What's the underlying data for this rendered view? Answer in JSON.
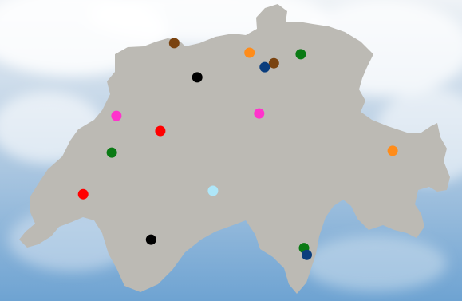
{
  "map": {
    "country_fill": "#bcbab4",
    "sky_colors": {
      "top": "#eef2f6",
      "mid": "#b9cfe4",
      "bottom": "#6ea3d2"
    },
    "marker_colors": {
      "black": "#000000",
      "brown": "#7a4310",
      "orange": "#ff8c1a",
      "dark_blue": "#0a3d7d",
      "green": "#0a7a14",
      "red": "#ff0000",
      "magenta": "#ff33cc",
      "light_blue": "#aee6f8"
    },
    "markers": [
      {
        "id": "marker-1",
        "color": "brown",
        "position": {
          "x": 0.377,
          "y": 0.143
        }
      },
      {
        "id": "marker-2",
        "color": "orange",
        "position": {
          "x": 0.54,
          "y": 0.175
        }
      },
      {
        "id": "marker-3",
        "color": "brown",
        "position": {
          "x": 0.593,
          "y": 0.21
        }
      },
      {
        "id": "marker-4",
        "color": "dark_blue",
        "position": {
          "x": 0.573,
          "y": 0.223
        }
      },
      {
        "id": "marker-5",
        "color": "green",
        "position": {
          "x": 0.651,
          "y": 0.18
        }
      },
      {
        "id": "marker-6",
        "color": "black",
        "position": {
          "x": 0.427,
          "y": 0.257
        }
      },
      {
        "id": "marker-7",
        "color": "magenta",
        "position": {
          "x": 0.252,
          "y": 0.385
        }
      },
      {
        "id": "marker-8",
        "color": "magenta",
        "position": {
          "x": 0.561,
          "y": 0.377
        }
      },
      {
        "id": "marker-9",
        "color": "red",
        "position": {
          "x": 0.347,
          "y": 0.435
        }
      },
      {
        "id": "marker-10",
        "color": "green",
        "position": {
          "x": 0.242,
          "y": 0.507
        }
      },
      {
        "id": "marker-11",
        "color": "orange",
        "position": {
          "x": 0.85,
          "y": 0.501
        }
      },
      {
        "id": "marker-12",
        "color": "light_blue",
        "position": {
          "x": 0.461,
          "y": 0.634
        }
      },
      {
        "id": "marker-13",
        "color": "red",
        "position": {
          "x": 0.18,
          "y": 0.645
        }
      },
      {
        "id": "marker-14",
        "color": "black",
        "position": {
          "x": 0.327,
          "y": 0.796
        }
      },
      {
        "id": "marker-15",
        "color": "green",
        "position": {
          "x": 0.658,
          "y": 0.824
        }
      },
      {
        "id": "marker-16",
        "color": "dark_blue",
        "position": {
          "x": 0.664,
          "y": 0.847
        }
      }
    ]
  }
}
